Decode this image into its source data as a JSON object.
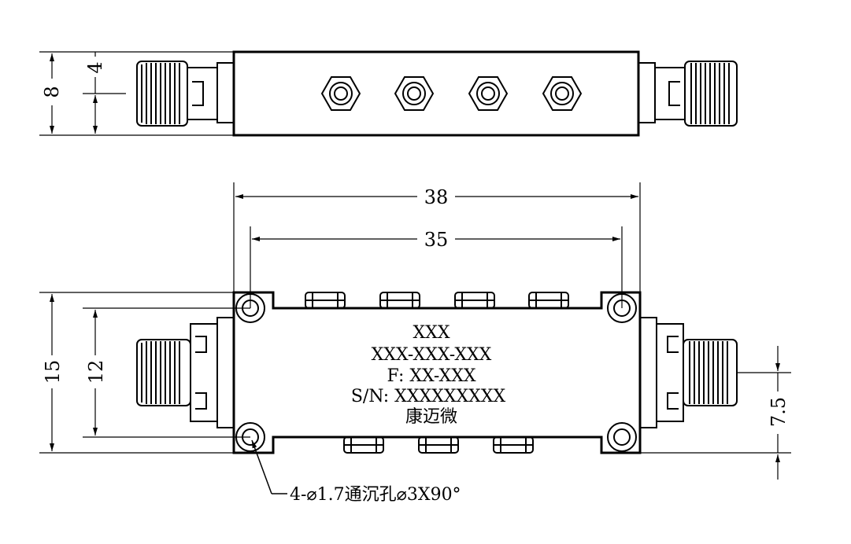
{
  "top_view": {
    "dim_height": "8",
    "dim_center": "4"
  },
  "front_view": {
    "dim_length_outer": "38",
    "dim_length_holes": "35",
    "dim_height_outer": "15",
    "dim_height_holes": "12",
    "dim_connector_offset": "7.5",
    "label": {
      "line1": "XXX",
      "line2": "XXX-XXX-XXX",
      "line3": "F: XX-XXX",
      "line4": "S/N: XXXXXXXXX",
      "line5": "康迈微"
    },
    "hole_note": "4-⌀1.7通沉孔⌀3X90°"
  }
}
